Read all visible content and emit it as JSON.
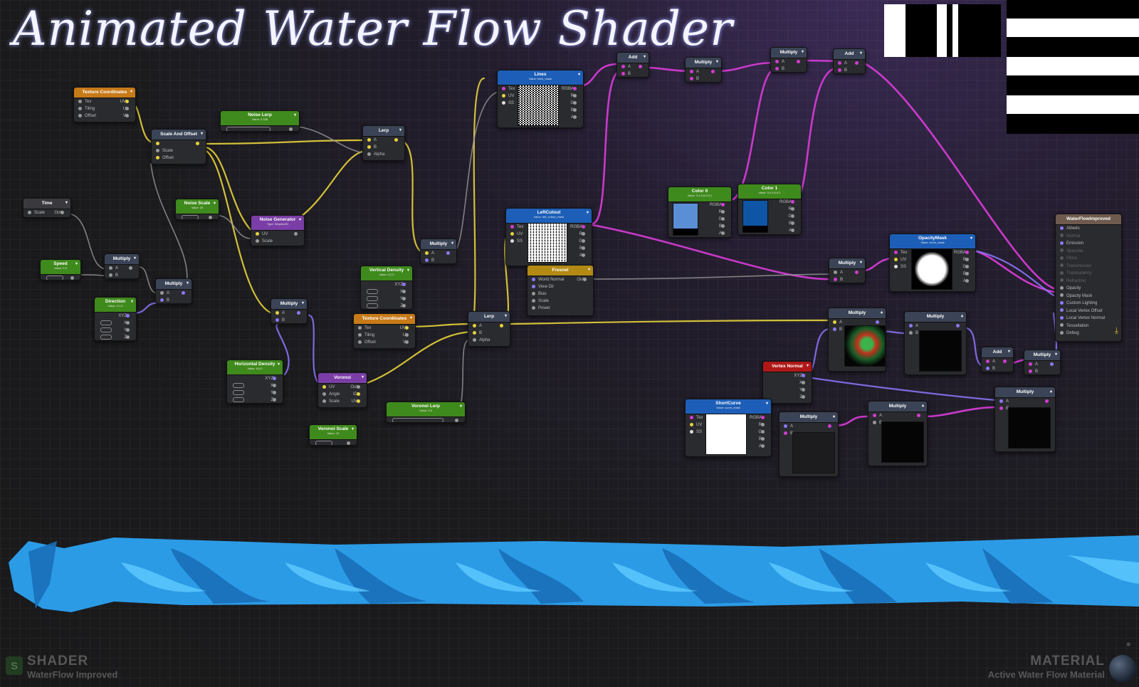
{
  "title": "Animated Water Flow Shader",
  "hud": {
    "left_label": "SHADER",
    "left_name": "WaterFlow Improved",
    "right_label": "MATERIAL",
    "right_name": "Active Water Flow Material"
  },
  "colors": {
    "yellow_wire": "#e6d23a",
    "magenta_wire": "#d33bd3",
    "violet_wire": "#8e78ff",
    "grey_wire": "#9a9a9a",
    "water": "#2ea8f0"
  },
  "nodes": {
    "tex_coords_1": {
      "title": "Texture Coordinates",
      "rows": [
        "Tex",
        "Tiling",
        "Offset"
      ],
      "outs": [
        "UV",
        "U",
        "V"
      ]
    },
    "scale_offset": {
      "title": "Scale And Offset",
      "rows": [
        "Scale",
        "Offset"
      ]
    },
    "noise_lerp": {
      "title": "Noise Lerp",
      "sub": "Value: 0.338"
    },
    "lerp_1": {
      "title": "Lerp",
      "rows": [
        "A",
        "B",
        "Alpha"
      ]
    },
    "lines": {
      "title": "Lines",
      "sub": "Value: lines_mask",
      "rows": [
        "Tex",
        "UV",
        "SS"
      ],
      "outs": [
        "RGBA",
        "R",
        "G",
        "B",
        "A"
      ]
    },
    "add_1": {
      "title": "Add",
      "rows": [
        "A",
        "B"
      ]
    },
    "multiply_top1": {
      "title": "Multiply",
      "rows": [
        "A",
        "B"
      ]
    },
    "multiply_top2": {
      "title": "Multiply",
      "rows": [
        "A",
        "B"
      ]
    },
    "add_2": {
      "title": "Add",
      "rows": [
        "A",
        "B"
      ]
    },
    "time": {
      "title": "Time",
      "rows": [
        "Scale"
      ],
      "outs": [
        "Out"
      ]
    },
    "noise_scale": {
      "title": "Noise Scale",
      "sub": "Value: 30"
    },
    "noise_gen": {
      "title": "Noise Generator",
      "sub": "Type: Simplex2D",
      "rows": [
        "UV",
        "Scale"
      ]
    },
    "speed": {
      "title": "Speed",
      "sub": "Value: 0.3"
    },
    "multiply_a": {
      "title": "Multiply",
      "rows": [
        "A",
        "B"
      ]
    },
    "multiply_b": {
      "title": "Multiply",
      "rows": [
        "A",
        "B"
      ]
    },
    "direction": {
      "title": "Direction",
      "sub": "Value: 0,1,0",
      "outs": [
        "XYZ",
        "X",
        "Y",
        "Z"
      ]
    },
    "multiply_c": {
      "title": "Multiply",
      "rows": [
        "A",
        "B"
      ]
    },
    "vert_density": {
      "title": "Vertical Density",
      "sub": "Value: 0,2,0",
      "outs": [
        "XYZ",
        "X",
        "Y",
        "Z"
      ]
    },
    "left_cutout": {
      "title": "LeftCutout",
      "sub": "Value: left_cutout_mask",
      "rows": [
        "Tex",
        "UV",
        "SS"
      ],
      "outs": [
        "RGBA",
        "R",
        "G",
        "B",
        "A"
      ]
    },
    "fresnel": {
      "title": "Fresnel",
      "rows": [
        "World Normal",
        "View Dir",
        "Bias",
        "Scale",
        "Power"
      ],
      "outs": [
        "Out"
      ]
    },
    "multiply_d": {
      "title": "Multiply",
      "rows": [
        "A",
        "B"
      ]
    },
    "tex_coords_2": {
      "title": "Texture Coordinates",
      "rows": [
        "Tex",
        "Tiling",
        "Offset"
      ],
      "outs": [
        "UV",
        "U",
        "V"
      ]
    },
    "lerp_2": {
      "title": "Lerp",
      "rows": [
        "A",
        "B",
        "Alpha"
      ]
    },
    "horiz_density": {
      "title": "Horizontal Density",
      "sub": "Value: 8,0,0",
      "outs": [
        "XYZ",
        "X",
        "Y",
        "Z"
      ]
    },
    "voronoi": {
      "title": "Voronoi",
      "rows": [
        "UV",
        "Angle",
        "Scale"
      ],
      "outs": [
        "Out",
        "ID",
        "UV"
      ]
    },
    "voronoi_lerp": {
      "title": "Voronoi Lerp",
      "sub": "Value: 0.5"
    },
    "voronoi_scale": {
      "title": "Voronoi Scale",
      "sub": "Value: 10"
    },
    "color0": {
      "title": "Color 0",
      "sub": "Value: 0.4,0.6,0.9,1",
      "outs": [
        "RGBA",
        "R",
        "G",
        "B",
        "A"
      ]
    },
    "color1": {
      "title": "Color 1",
      "sub": "Value: 0,0.3,0.6,1",
      "outs": [
        "RGBA",
        "R",
        "G",
        "B",
        "A"
      ]
    },
    "opacity_mask": {
      "title": "OpacityMask",
      "sub": "Value: circle_mask",
      "rows": [
        "Tex",
        "UV",
        "SS"
      ],
      "outs": [
        "RGBA",
        "R",
        "G",
        "B",
        "A"
      ]
    },
    "multiply_e": {
      "title": "Multiply",
      "rows": [
        "A",
        "B"
      ]
    },
    "output": {
      "title": "WaterFlowImproved",
      "rows": [
        "Albedo",
        "Normal",
        "Emission",
        "Specular",
        "Gloss",
        "Transmission",
        "Translucency",
        "Refraction",
        "Opacity",
        "Opacity Mask",
        "Custom Lighting",
        "Local Vertex Offset",
        "Local Vertex Normal",
        "Tessellation",
        "Debug"
      ]
    },
    "multiply_f": {
      "title": "Multiply",
      "rows": [
        "A",
        "B"
      ]
    },
    "multiply_g": {
      "title": "Multiply",
      "rows": [
        "A",
        "B"
      ]
    },
    "add_3": {
      "title": "Add",
      "rows": [
        "A",
        "B"
      ]
    },
    "multiply_h": {
      "title": "Multiply",
      "rows": [
        "A",
        "B"
      ]
    },
    "vertex_normal": {
      "title": "Vertex Normal",
      "outs": [
        "XYZ",
        "X",
        "Y",
        "Z"
      ]
    },
    "multiply_i": {
      "title": "Multiply",
      "rows": [
        "A",
        "B"
      ]
    },
    "short_curve": {
      "title": "ShortCurve",
      "sub": "Value: curve_mask",
      "rows": [
        "Tex",
        "UV",
        "SS"
      ],
      "outs": [
        "RGBA",
        "R",
        "G",
        "B",
        "A"
      ]
    },
    "multiply_j": {
      "title": "Multiply",
      "rows": [
        "A",
        "B"
      ]
    },
    "multiply_k": {
      "title": "Multiply",
      "rows": [
        "A",
        "B"
      ]
    }
  }
}
